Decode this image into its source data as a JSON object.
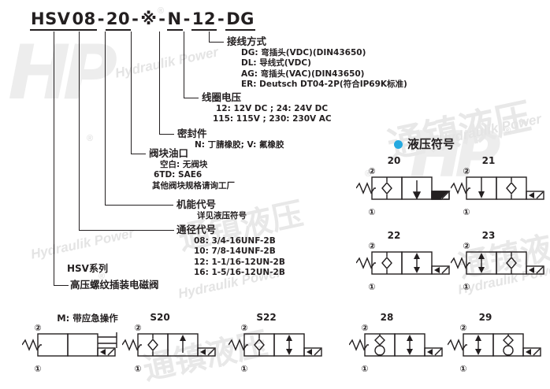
{
  "code_line": {
    "segments": [
      {
        "text": "HSV",
        "underline": true
      },
      {
        "text": "08",
        "underline": true
      },
      {
        "text": "-",
        "underline": false
      },
      {
        "text": "20",
        "underline": true
      },
      {
        "text": "-",
        "underline": false
      },
      {
        "text": "※",
        "underline": false
      },
      {
        "text": "-",
        "underline": false
      },
      {
        "text": "N",
        "underline": true
      },
      {
        "text": "-",
        "underline": false
      },
      {
        "text": "12",
        "underline": true
      },
      {
        "text": "-",
        "underline": false
      },
      {
        "text": "DG",
        "underline": true
      }
    ],
    "full": "HSV 08 -20- ※ -N -12 -DG"
  },
  "callouts": [
    {
      "id": "wiring",
      "title": "接线方式",
      "lines": [
        "DG: 弯插头(VDC)(DIN43650)",
        "DL: 导线式(VDC)",
        "AG: 弯插头(VAC)(DIN43650)",
        "ER:  Deutsch DT04-2P(符合IP69K标准)"
      ]
    },
    {
      "id": "coil-voltage",
      "title": "线圈电压",
      "lines": [
        "12: 12V DC ;      24: 24V DC",
        "115: 115V ;       230: 230V AC"
      ]
    },
    {
      "id": "seal",
      "title": "密封件",
      "lines": [
        "N: 丁腈橡胶; V: 氟橡胶"
      ]
    },
    {
      "id": "manifold-port",
      "title": "阀块油口",
      "lines": [
        "空白: 无阀块",
        "6TD: SAE6",
        "其他阀块规格请询工厂"
      ]
    },
    {
      "id": "function-code",
      "title": "机能代号",
      "lines": [
        "详见液压符号"
      ]
    },
    {
      "id": "bore-code",
      "title": "通径代号",
      "lines": [
        "08: 3/4-16UNF-2B",
        "10: 7/8-14UNF-2B",
        "12: 1-1/16-12UN-2B",
        "16: 1-5/16-12UN-2B"
      ]
    },
    {
      "id": "series",
      "title": "HSV系列",
      "lines": [
        "高压螺纹插装电磁阀"
      ]
    }
  ],
  "symbols_section": {
    "heading": "液压符号",
    "bullet_color": "#25a9e0"
  },
  "symbols": [
    {
      "id": "s20",
      "caption": "20",
      "port_top": "②",
      "port_bottom": "①"
    },
    {
      "id": "s21",
      "caption": "21",
      "port_top": "②",
      "port_bottom": "①"
    },
    {
      "id": "s22",
      "caption": "22",
      "port_top": "②",
      "port_bottom": "①"
    },
    {
      "id": "s23",
      "caption": "23",
      "port_top": "②",
      "port_bottom": "①"
    },
    {
      "id": "sM",
      "caption": "M: 带应急操作",
      "port_top": "②",
      "port_bottom": "①"
    },
    {
      "id": "sS20",
      "caption": "S20",
      "port_top": "②",
      "port_bottom": "①"
    },
    {
      "id": "sS22",
      "caption": "S22",
      "port_top": "②",
      "port_bottom": "①"
    },
    {
      "id": "s28",
      "caption": "28",
      "port_top": "②",
      "port_bottom": "①"
    },
    {
      "id": "s29",
      "caption": "29",
      "port_top": "②",
      "port_bottom": "①"
    }
  ],
  "watermarks": {
    "hp": "HP",
    "cn_top": "通镇液压",
    "cn_mid": "通镇液压",
    "cn_bottom": "通镇液压",
    "latin": "Hydraulik Power",
    "registered": "®"
  }
}
